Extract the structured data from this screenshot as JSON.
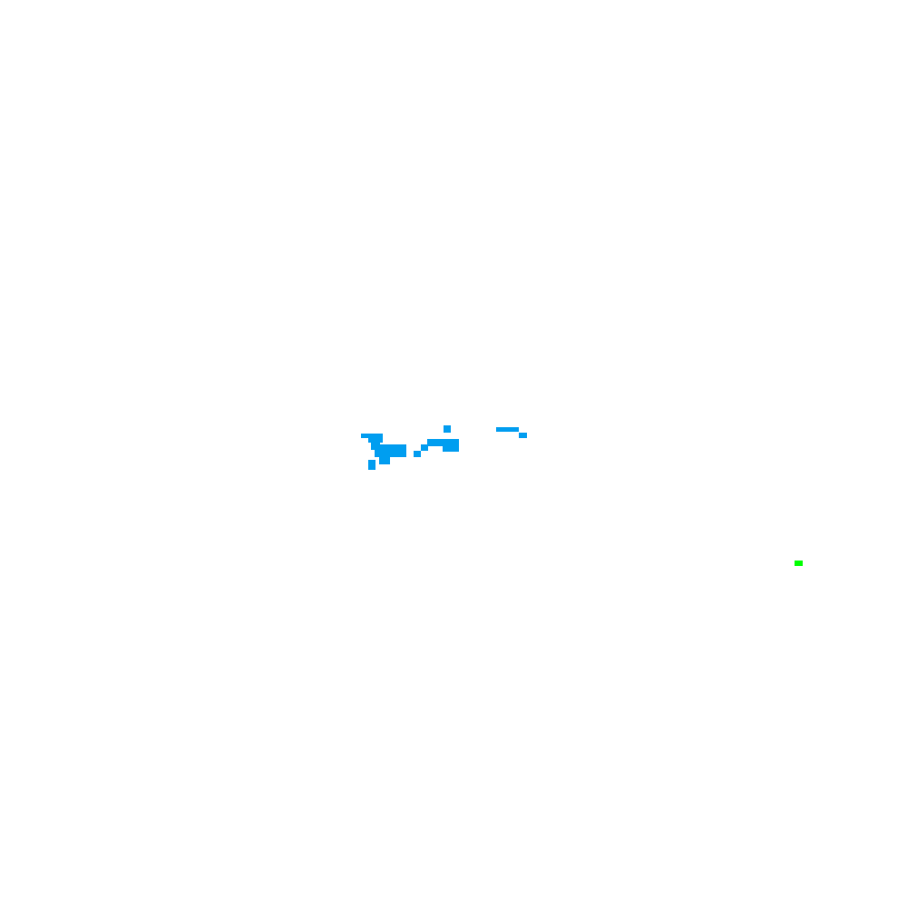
{
  "map": {
    "background_color": "#ffffff",
    "colors": {
      "blue_region": "#009ef0",
      "green_marker": "#00ff00"
    },
    "layers": [
      {
        "name": "blue-region-cluster",
        "color_key": "blue_region",
        "cell_groups": [
          [
            0,
            1,
            2,
            3
          ],
          [
            4,
            5,
            6,
            7
          ]
        ]
      },
      {
        "name": "green-marker",
        "color_key": "green_marker",
        "cell_groups": [
          [
            8
          ]
        ]
      }
    ]
  }
}
